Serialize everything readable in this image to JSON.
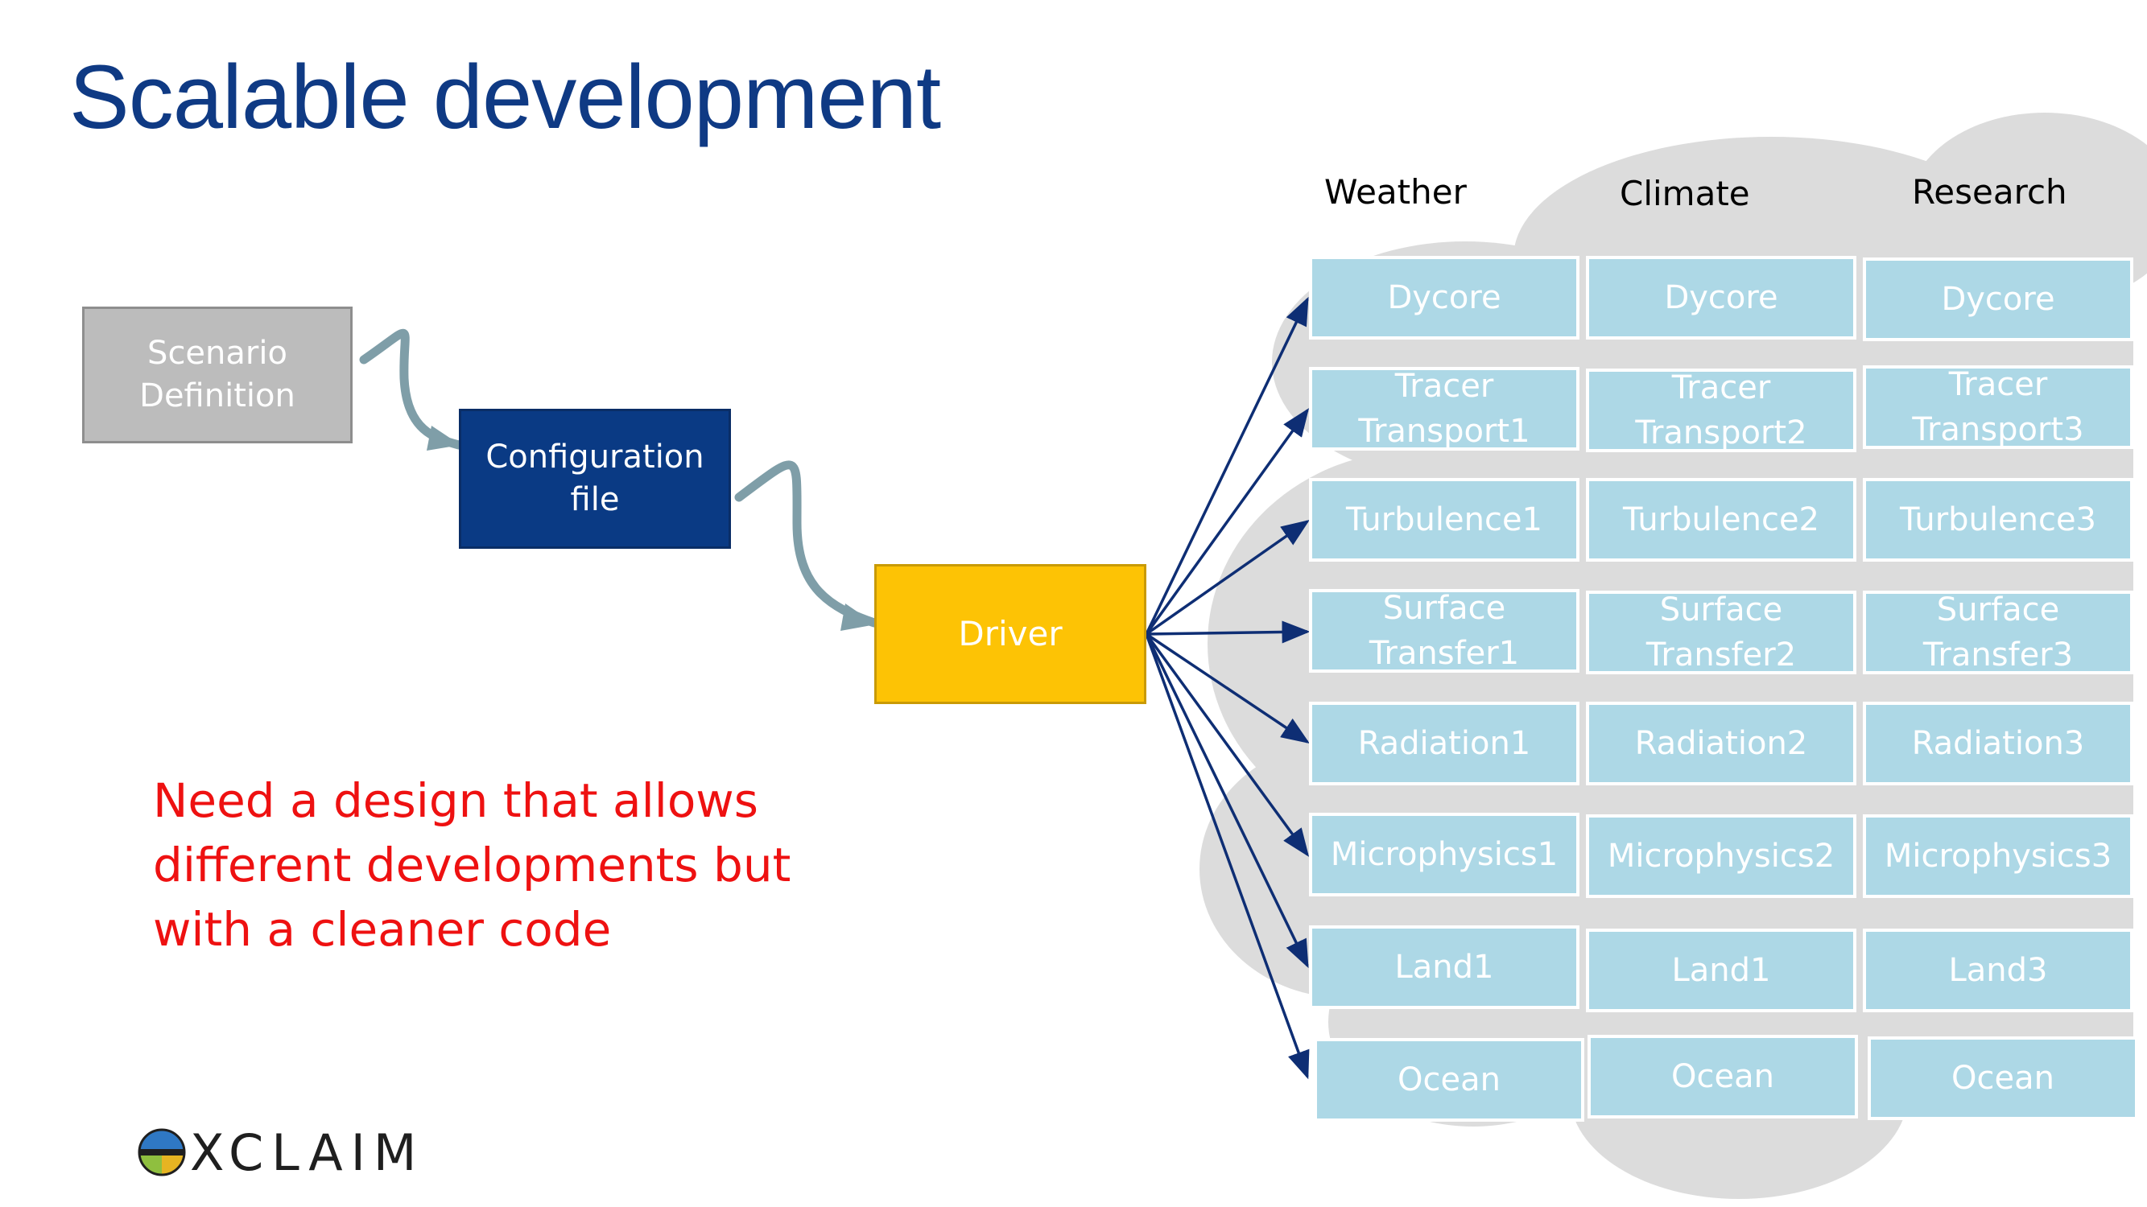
{
  "title": "Scalable development",
  "flow": {
    "scenario_lines": [
      "Scenario",
      "Definition"
    ],
    "config_lines": [
      "Configuration",
      "file"
    ],
    "driver": "Driver"
  },
  "columns": [
    {
      "header": "Weather",
      "components": [
        "Dycore",
        "Tracer\nTransport1",
        "Turbulence1",
        "Surface\nTransfer1",
        "Radiation1",
        "Microphysics1",
        "Land1",
        "Ocean"
      ]
    },
    {
      "header": "Climate",
      "components": [
        "Dycore",
        "Tracer\nTransport2",
        "Turbulence2",
        "Surface\nTransfer2",
        "Radiation2",
        "Microphysics2",
        "Land1",
        "Ocean"
      ]
    },
    {
      "header": "Research",
      "components": [
        "Dycore",
        "Tracer\nTransport3",
        "Turbulence3",
        "Surface\nTransfer3",
        "Radiation3",
        "Microphysics3",
        "Land3",
        "Ocean"
      ]
    }
  ],
  "note_lines": [
    "Need a design that allows",
    "different developments but",
    "with a cleaner code"
  ],
  "logo": {
    "text": "XCLAIM",
    "icon": "exclaim-globe-icon"
  },
  "colors": {
    "title": "#0f3a84",
    "scenario": "#bcbcbc",
    "config": "#0a3a84",
    "driver": "#fdc305",
    "component": "#add8e6",
    "cloud": "#dcdcdc",
    "connector": "#7f9ea8",
    "arrow": "#0e2e74",
    "note": "#ee1111"
  }
}
